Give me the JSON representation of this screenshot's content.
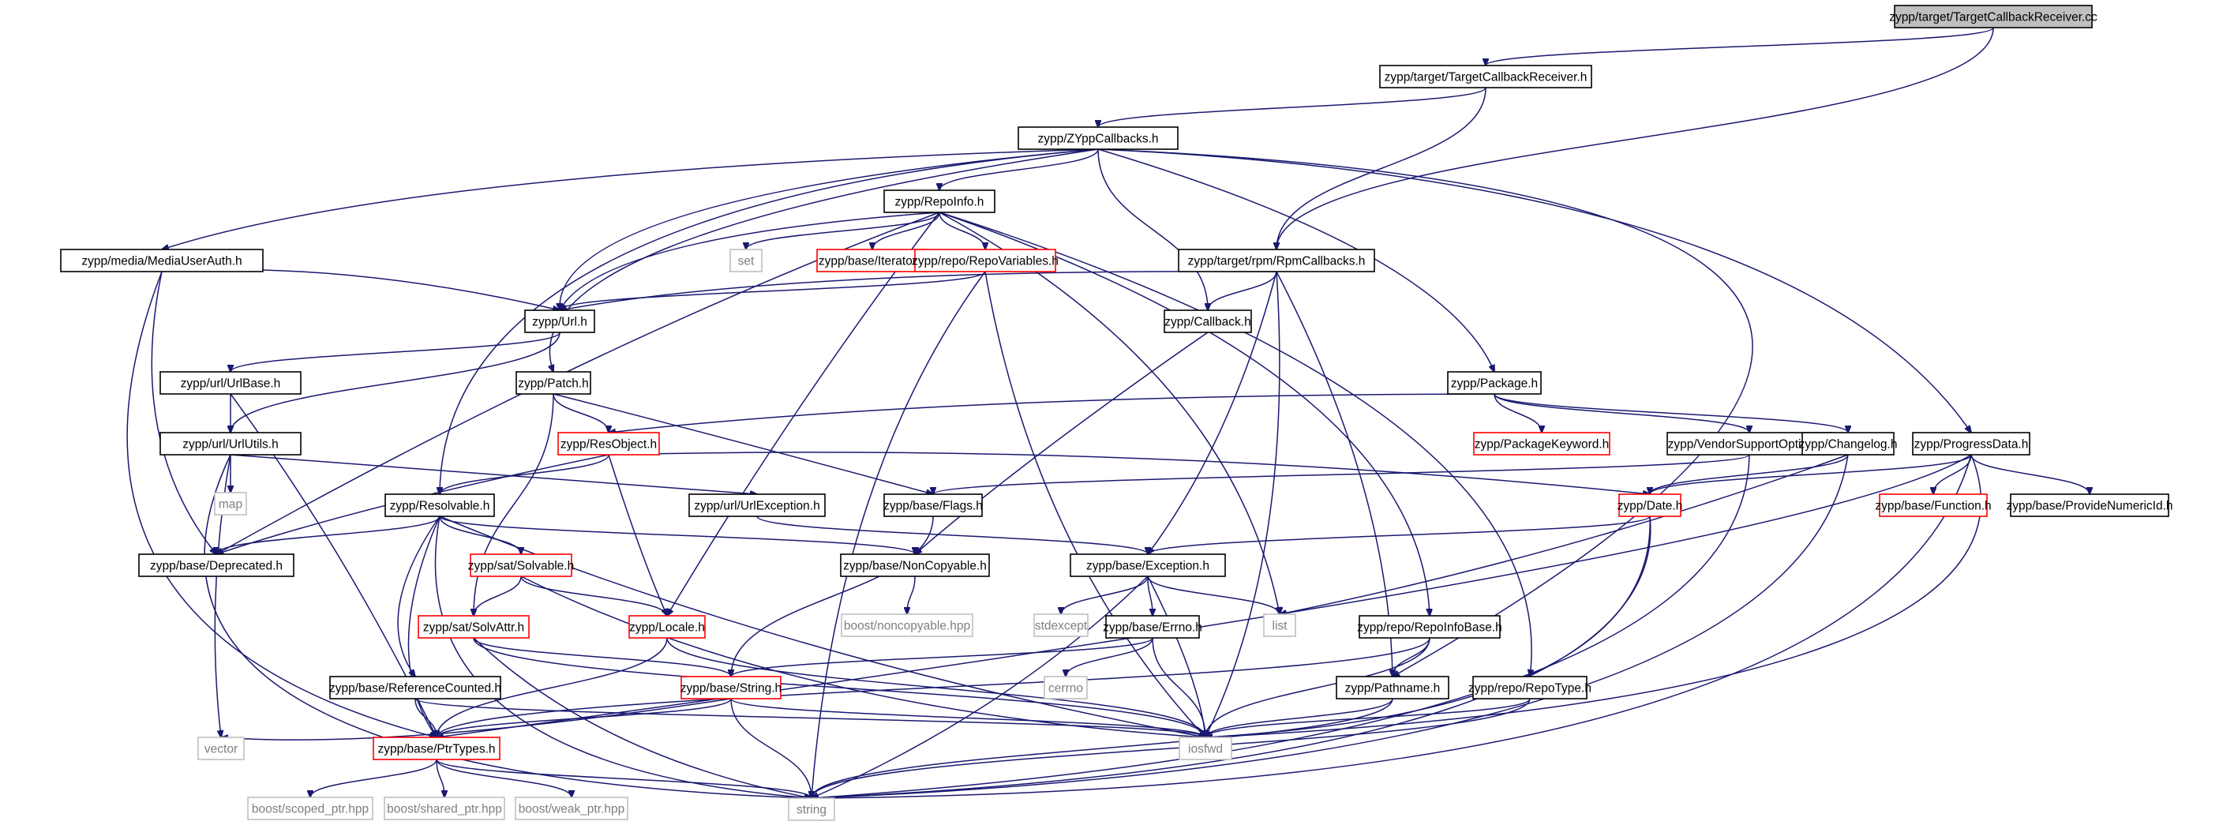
{
  "diagram": {
    "colors": {
      "edge": "#191970",
      "root_fill": "#bfbfbf",
      "root_text": "#000000",
      "file_text": "#000000",
      "file_border": "#000000",
      "truncated_border": "#ff0000",
      "external_border": "#bfbfbf",
      "external_text": "#7f7f7f"
    },
    "nodes": [
      {
        "id": "n1",
        "label": "zypp/target/TargetCallbackReceiver.cc",
        "kind": "root"
      },
      {
        "id": "n2",
        "label": "zypp/target/TargetCallbackReceiver.h",
        "kind": "file"
      },
      {
        "id": "n3",
        "label": "zypp/ZYppCallbacks.h",
        "kind": "file"
      },
      {
        "id": "n4",
        "label": "zypp/target/rpm/RpmCallbacks.h",
        "kind": "file"
      },
      {
        "id": "n5",
        "label": "zypp/RepoInfo.h",
        "kind": "file"
      },
      {
        "id": "n6",
        "label": "zypp/media/MediaUserAuth.h",
        "kind": "file"
      },
      {
        "id": "n7",
        "label": "set",
        "kind": "external"
      },
      {
        "id": "n8",
        "label": "zypp/base/Iterator.h",
        "kind": "truncated"
      },
      {
        "id": "n9",
        "label": "zypp/repo/RepoVariables.h",
        "kind": "truncated"
      },
      {
        "id": "n10",
        "label": "zypp/Url.h",
        "kind": "file"
      },
      {
        "id": "n11",
        "label": "zypp/Callback.h",
        "kind": "file"
      },
      {
        "id": "n12",
        "label": "zypp/url/UrlBase.h",
        "kind": "file"
      },
      {
        "id": "n13",
        "label": "zypp/Patch.h",
        "kind": "file"
      },
      {
        "id": "n14",
        "label": "zypp/Package.h",
        "kind": "file"
      },
      {
        "id": "n15",
        "label": "zypp/url/UrlUtils.h",
        "kind": "file"
      },
      {
        "id": "n16",
        "label": "zypp/ResObject.h",
        "kind": "truncated"
      },
      {
        "id": "n17",
        "label": "zypp/PackageKeyword.h",
        "kind": "truncated"
      },
      {
        "id": "n18",
        "label": "zypp/VendorSupportOptions.h",
        "kind": "file"
      },
      {
        "id": "n19",
        "label": "zypp/Changelog.h",
        "kind": "file"
      },
      {
        "id": "n20",
        "label": "zypp/ProgressData.h",
        "kind": "file"
      },
      {
        "id": "n21",
        "label": "map",
        "kind": "external"
      },
      {
        "id": "n22",
        "label": "zypp/Resolvable.h",
        "kind": "file"
      },
      {
        "id": "n23",
        "label": "zypp/url/UrlException.h",
        "kind": "file"
      },
      {
        "id": "n24",
        "label": "zypp/base/Flags.h",
        "kind": "file"
      },
      {
        "id": "n25",
        "label": "zypp/Date.h",
        "kind": "truncated"
      },
      {
        "id": "n26",
        "label": "zypp/base/Function.h",
        "kind": "truncated"
      },
      {
        "id": "n27",
        "label": "zypp/base/ProvideNumericId.h",
        "kind": "file"
      },
      {
        "id": "n28",
        "label": "zypp/base/Deprecated.h",
        "kind": "file"
      },
      {
        "id": "n29",
        "label": "zypp/sat/Solvable.h",
        "kind": "truncated"
      },
      {
        "id": "n30",
        "label": "zypp/base/NonCopyable.h",
        "kind": "file"
      },
      {
        "id": "n31",
        "label": "zypp/base/Exception.h",
        "kind": "file"
      },
      {
        "id": "n32",
        "label": "boost/noncopyable.hpp",
        "kind": "external"
      },
      {
        "id": "n33",
        "label": "zypp/sat/SolvAttr.h",
        "kind": "truncated"
      },
      {
        "id": "n34",
        "label": "zypp/Locale.h",
        "kind": "truncated"
      },
      {
        "id": "n35",
        "label": "stdexcept",
        "kind": "external"
      },
      {
        "id": "n36",
        "label": "zypp/base/Errno.h",
        "kind": "file"
      },
      {
        "id": "n37",
        "label": "list",
        "kind": "external"
      },
      {
        "id": "n38",
        "label": "zypp/repo/RepoInfoBase.h",
        "kind": "file"
      },
      {
        "id": "n39",
        "label": "cerrno",
        "kind": "external"
      },
      {
        "id": "n40",
        "label": "zypp/base/ReferenceCounted.h",
        "kind": "file"
      },
      {
        "id": "n41",
        "label": "zypp/base/String.h",
        "kind": "truncated"
      },
      {
        "id": "n42",
        "label": "zypp/Pathname.h",
        "kind": "file"
      },
      {
        "id": "n43",
        "label": "zypp/repo/RepoType.h",
        "kind": "file"
      },
      {
        "id": "n44",
        "label": "vector",
        "kind": "external"
      },
      {
        "id": "n45",
        "label": "zypp/base/PtrTypes.h",
        "kind": "truncated"
      },
      {
        "id": "n46",
        "label": "iosfwd",
        "kind": "external"
      },
      {
        "id": "n47",
        "label": "boost/scoped_ptr.hpp",
        "kind": "external"
      },
      {
        "id": "n48",
        "label": "boost/shared_ptr.hpp",
        "kind": "external"
      },
      {
        "id": "n49",
        "label": "boost/weak_ptr.hpp",
        "kind": "external"
      },
      {
        "id": "n50",
        "label": "string",
        "kind": "external"
      }
    ],
    "edges": [
      [
        "n1",
        "n2"
      ],
      [
        "n1",
        "n4"
      ],
      [
        "n2",
        "n3"
      ],
      [
        "n2",
        "n4"
      ],
      [
        "n3",
        "n5"
      ],
      [
        "n3",
        "n6"
      ],
      [
        "n3",
        "n10"
      ],
      [
        "n3",
        "n11"
      ],
      [
        "n3",
        "n13"
      ],
      [
        "n3",
        "n14"
      ],
      [
        "n3",
        "n20"
      ],
      [
        "n3",
        "n22"
      ],
      [
        "n3",
        "n42"
      ],
      [
        "n4",
        "n10"
      ],
      [
        "n4",
        "n11"
      ],
      [
        "n4",
        "n31"
      ],
      [
        "n4",
        "n42"
      ],
      [
        "n4",
        "n46"
      ],
      [
        "n5",
        "n7"
      ],
      [
        "n5",
        "n8"
      ],
      [
        "n5",
        "n9"
      ],
      [
        "n5",
        "n10"
      ],
      [
        "n5",
        "n28"
      ],
      [
        "n5",
        "n34"
      ],
      [
        "n5",
        "n37"
      ],
      [
        "n5",
        "n38"
      ],
      [
        "n5",
        "n43"
      ],
      [
        "n6",
        "n10"
      ],
      [
        "n6",
        "n28"
      ],
      [
        "n6",
        "n45"
      ],
      [
        "n9",
        "n10"
      ],
      [
        "n9",
        "n50"
      ],
      [
        "n9",
        "n46"
      ],
      [
        "n10",
        "n12"
      ],
      [
        "n10",
        "n15"
      ],
      [
        "n11",
        "n30"
      ],
      [
        "n12",
        "n15"
      ],
      [
        "n12",
        "n45"
      ],
      [
        "n13",
        "n16"
      ],
      [
        "n13",
        "n24"
      ],
      [
        "n13",
        "n33"
      ],
      [
        "n14",
        "n16"
      ],
      [
        "n14",
        "n17"
      ],
      [
        "n14",
        "n18"
      ],
      [
        "n14",
        "n19"
      ],
      [
        "n15",
        "n21"
      ],
      [
        "n15",
        "n23"
      ],
      [
        "n15",
        "n44"
      ],
      [
        "n15",
        "n50"
      ],
      [
        "n16",
        "n22"
      ],
      [
        "n16",
        "n25"
      ],
      [
        "n16",
        "n28"
      ],
      [
        "n16",
        "n34"
      ],
      [
        "n18",
        "n24"
      ],
      [
        "n18",
        "n50"
      ],
      [
        "n19",
        "n25"
      ],
      [
        "n19",
        "n37"
      ],
      [
        "n19",
        "n50"
      ],
      [
        "n20",
        "n25"
      ],
      [
        "n20",
        "n26"
      ],
      [
        "n20",
        "n27"
      ],
      [
        "n20",
        "n45"
      ],
      [
        "n20",
        "n46"
      ],
      [
        "n20",
        "n50"
      ],
      [
        "n22",
        "n28"
      ],
      [
        "n22",
        "n29"
      ],
      [
        "n22",
        "n30"
      ],
      [
        "n22",
        "n40"
      ],
      [
        "n22",
        "n45"
      ],
      [
        "n22",
        "n46"
      ],
      [
        "n22",
        "n50"
      ],
      [
        "n23",
        "n31"
      ],
      [
        "n24",
        "n41"
      ],
      [
        "n25",
        "n31"
      ],
      [
        "n25",
        "n46"
      ],
      [
        "n25",
        "n50"
      ],
      [
        "n29",
        "n33"
      ],
      [
        "n29",
        "n34"
      ],
      [
        "n29",
        "n46"
      ],
      [
        "n30",
        "n32"
      ],
      [
        "n31",
        "n35"
      ],
      [
        "n31",
        "n36"
      ],
      [
        "n31",
        "n37"
      ],
      [
        "n31",
        "n46"
      ],
      [
        "n31",
        "n50"
      ],
      [
        "n33",
        "n41"
      ],
      [
        "n33",
        "n46"
      ],
      [
        "n33",
        "n50"
      ],
      [
        "n34",
        "n45"
      ],
      [
        "n34",
        "n46"
      ],
      [
        "n36",
        "n39"
      ],
      [
        "n36",
        "n41"
      ],
      [
        "n36",
        "n46"
      ],
      [
        "n38",
        "n42"
      ],
      [
        "n38",
        "n45"
      ],
      [
        "n38",
        "n46"
      ],
      [
        "n40",
        "n45"
      ],
      [
        "n40",
        "n46"
      ],
      [
        "n41",
        "n44"
      ],
      [
        "n41",
        "n45"
      ],
      [
        "n41",
        "n46"
      ],
      [
        "n41",
        "n50"
      ],
      [
        "n42",
        "n46"
      ],
      [
        "n42",
        "n50"
      ],
      [
        "n43",
        "n46"
      ],
      [
        "n43",
        "n50"
      ],
      [
        "n45",
        "n47"
      ],
      [
        "n45",
        "n48"
      ],
      [
        "n45",
        "n49"
      ],
      [
        "n45",
        "n50"
      ]
    ]
  }
}
